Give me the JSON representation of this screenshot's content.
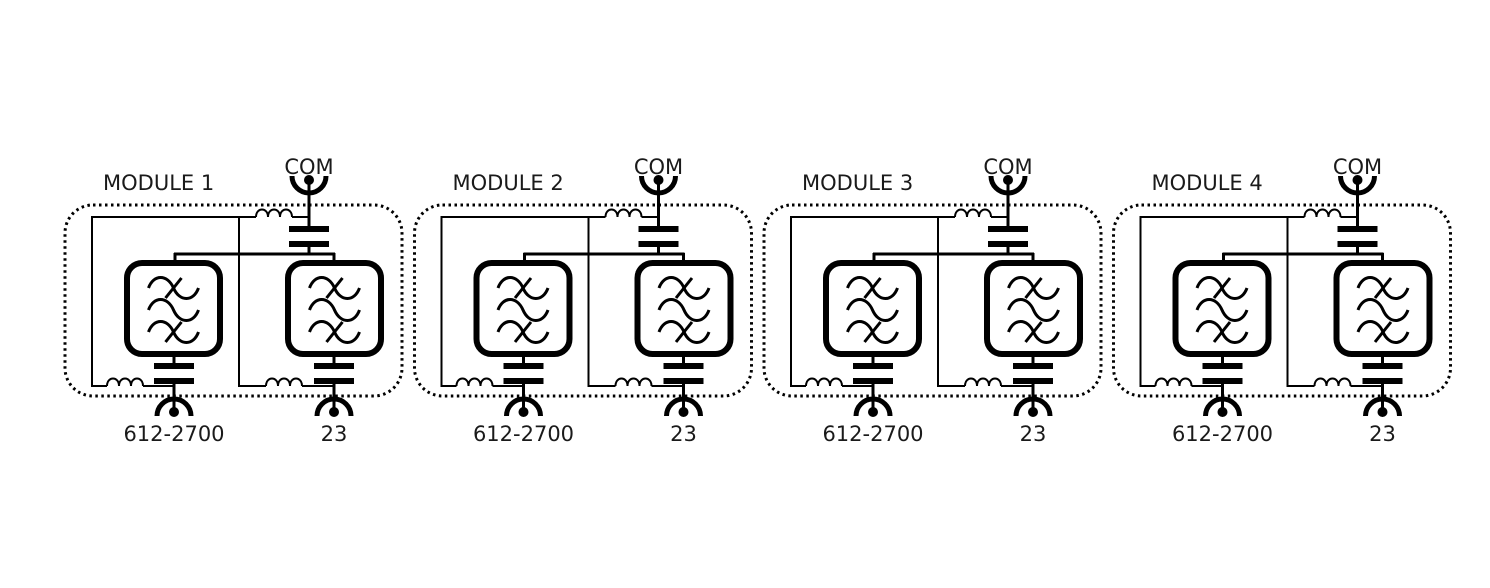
{
  "diagram": {
    "type": "rf-multiplexer-schematic",
    "stroke_color": "#000000",
    "background": "#ffffff",
    "modules": [
      {
        "label": "MODULE 1",
        "common_port_label": "COM",
        "filters": [
          {
            "port_label": "612-2700",
            "icon": "bandpass-filter-icon"
          },
          {
            "port_label": "23",
            "icon": "bandpass-filter-icon"
          }
        ]
      },
      {
        "label": "MODULE 2",
        "common_port_label": "COM",
        "filters": [
          {
            "port_label": "612-2700",
            "icon": "bandpass-filter-icon"
          },
          {
            "port_label": "23",
            "icon": "bandpass-filter-icon"
          }
        ]
      },
      {
        "label": "MODULE 3",
        "common_port_label": "COM",
        "filters": [
          {
            "port_label": "612-2700",
            "icon": "bandpass-filter-icon"
          },
          {
            "port_label": "23",
            "icon": "bandpass-filter-icon"
          }
        ]
      },
      {
        "label": "MODULE 4",
        "common_port_label": "COM",
        "filters": [
          {
            "port_label": "612-2700",
            "icon": "bandpass-filter-icon"
          },
          {
            "port_label": "23",
            "icon": "bandpass-filter-icon"
          }
        ]
      }
    ]
  }
}
